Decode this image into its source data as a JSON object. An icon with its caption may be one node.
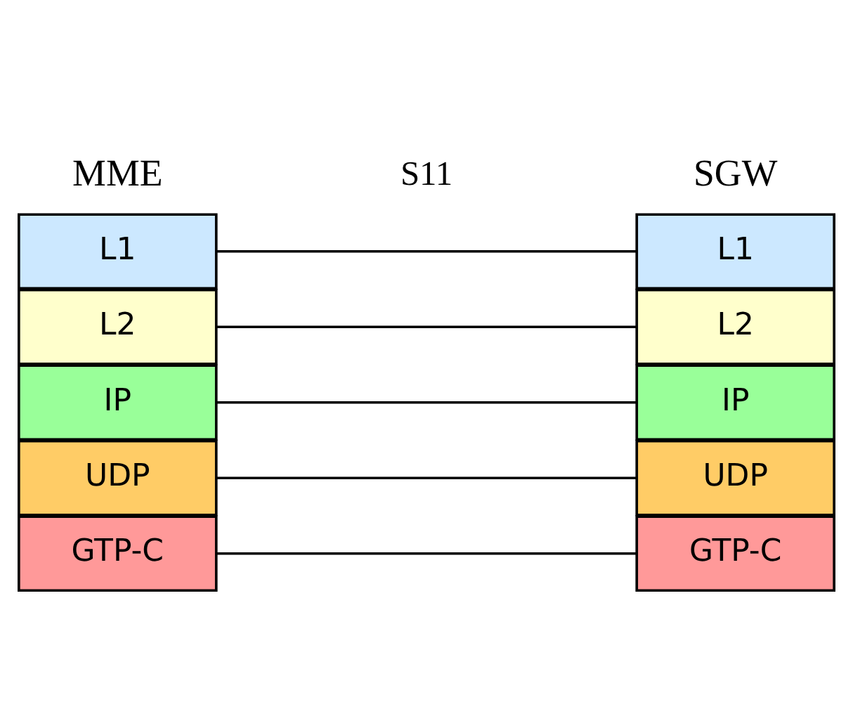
{
  "diagram": {
    "nodes": [
      {
        "text": [
          "GTP-C"
        ]
      },
      {
        "text": [
          "UDP"
        ]
      },
      {
        "text": [
          "IP"
        ]
      },
      {
        "text": [
          "L2"
        ]
      },
      {
        "text": [
          "L1"
        ]
      },
      {
        "text": [
          "GTP-C"
        ]
      },
      {
        "text": [
          "UDP"
        ]
      },
      {
        "text": [
          "IP"
        ]
      },
      {
        "text": [
          "L2"
        ]
      },
      {
        "text": [
          "L1"
        ]
      }
    ],
    "edges": [
      {
        "from": 0,
        "to": 5,
        "arrow": "none"
      },
      {
        "from": 1,
        "to": 6,
        "arrow": "none"
      },
      {
        "from": 2,
        "to": 7,
        "arrow": "none"
      },
      {
        "from": 3,
        "to": 8,
        "arrow": "none"
      },
      {
        "from": 4,
        "to": 9,
        "arrow": "none"
      }
    ],
    "labels": [
      "MME",
      "S11",
      "SGW"
    ]
  }
}
